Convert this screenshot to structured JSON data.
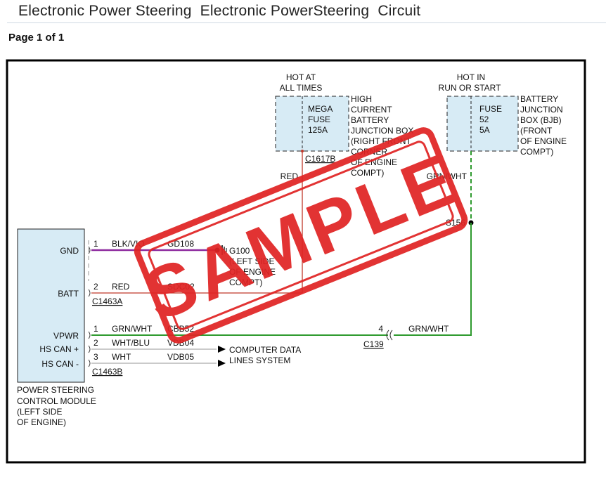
{
  "page": {
    "title": "Electronic Power Steering  Electronic PowerSteering  Circuit",
    "page_number": "Page 1 of 1"
  },
  "diagram": {
    "mega_fuse": {
      "hot_label": [
        "HOT AT",
        "ALL TIMES"
      ],
      "fuse_lines": [
        "MEGA",
        "FUSE",
        "125A"
      ],
      "box_lines": [
        "HIGH",
        "CURRENT",
        "BATTERY",
        "JUNCTION BOX",
        "(RIGHT FRONT",
        "CORNER",
        "OF ENGINE",
        "COMPT)"
      ],
      "connector": "C1617B",
      "wire_color": "RED"
    },
    "bjb_fuse": {
      "hot_label": [
        "HOT IN",
        "RUN OR START"
      ],
      "fuse_lines": [
        "FUSE",
        "52",
        "5A"
      ],
      "box_lines": [
        "BATTERY",
        "JUNCTION",
        "BOX (BJB)",
        "(FRONT",
        "OF ENGINE",
        "COMPT)"
      ],
      "wire_color": "GRN/WHT"
    },
    "splice": "S156",
    "ground": {
      "id": "G100",
      "desc_lines": [
        "(LEFT SIDE",
        "OF ENGINE",
        "COMPT)"
      ]
    },
    "module": {
      "pins": [
        "GND",
        "BATT",
        "VPWR",
        "HS CAN +",
        "HS CAN -"
      ],
      "name_lines": [
        "POWER STEERING",
        "CONTROL MODULE",
        "(LEFT SIDE",
        "OF ENGINE)"
      ],
      "connector_a": "C1463A",
      "connector_b": "C1463B"
    },
    "wires": [
      {
        "pin": "1",
        "color": "BLK/VIO",
        "circuit": "GD108"
      },
      {
        "pin": "2",
        "color": "RED",
        "circuit": "SDC02"
      },
      {
        "pin": "1",
        "color": "GRN/WHT",
        "circuit": "CBB52"
      },
      {
        "pin": "2",
        "color": "WHT/BLU",
        "circuit": "VDB04"
      },
      {
        "pin": "3",
        "color": "WHT",
        "circuit": "VDB05"
      }
    ],
    "c139": {
      "pin": "4",
      "id": "C139",
      "color": "GRN/WHT"
    },
    "data_lines": [
      "COMPUTER DATA",
      "LINES SYSTEM"
    ],
    "watermark": "SAMPLE",
    "colors": {
      "red_wire": "#c0392b",
      "green_wire": "#2e9a2e",
      "violet_wire": "#8e2a9e",
      "box_fill": "#d7ebf5",
      "stamp": "#e02424"
    }
  }
}
